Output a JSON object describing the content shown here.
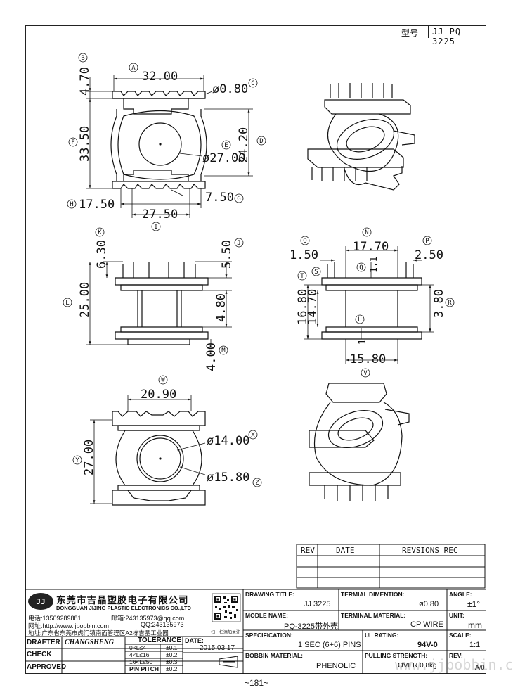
{
  "model": {
    "label": "型号",
    "value": "JJ-PQ-3225"
  },
  "top_view": {
    "letters": [
      "A",
      "B",
      "C",
      "D",
      "E",
      "F",
      "G",
      "H",
      "I"
    ],
    "dims": {
      "a": "32.00",
      "b": "4.70",
      "c": "ø0.80",
      "d": "24.20",
      "e": "ø27.00",
      "f": "33.50",
      "g": "7.50",
      "h": "17.50",
      "i": "27.50"
    }
  },
  "side_view_1": {
    "letters": [
      "K",
      "J",
      "L",
      "M"
    ],
    "dims": {
      "k": "6.30",
      "j": "5.50",
      "l": "25.00",
      "m1": "4.80",
      "m2": "4.00"
    }
  },
  "side_view_2": {
    "letters": [
      "O",
      "N",
      "P",
      "T",
      "S",
      "Q",
      "U",
      "R",
      "V"
    ],
    "dims": {
      "o": "1.50",
      "n": "17.70",
      "p": "2.50",
      "q": "1.1",
      "t": "16.80",
      "s": "14.70",
      "r": "3.80",
      "u": "1",
      "v": "15.80"
    }
  },
  "bottom_view": {
    "letters": [
      "W",
      "X",
      "Y",
      "Z"
    ],
    "dims": {
      "w": "20.90",
      "x": "ø14.00",
      "y": "27.00",
      "z": "ø15.80"
    }
  },
  "revision_table": {
    "headers": [
      "REV",
      "DATE",
      "REVSIONS REC"
    ]
  },
  "company": {
    "logo": "JJ",
    "name_cn": "东莞市吉晶塑胶电子有限公司",
    "name_en": "DONGGUAN JIJING PLASTIC ELECTRONICS CO.,LTD",
    "phone": "电话:13509289881",
    "email": "邮箱:243135973@qq.com",
    "web": "网址:http://www.jjbobbin.com",
    "qq": "QQ:243135973",
    "address": "地址:广东省东莞市虎门镇南面管理区A2栋吉晶工业园",
    "qr_caption": "扫一扫添加关注"
  },
  "title_block": {
    "drafter_label": "DRAFTER",
    "drafter_value": "CHANGSHENG",
    "check_label": "CHECK",
    "approved_label": "APPROVED",
    "tolerance_label": "TOLERANCE",
    "tolerances": [
      {
        "range": "0<L≤4",
        "value": "±0.1"
      },
      {
        "range": "4<L≤16",
        "value": "±0.2"
      },
      {
        "range": "16<L≤50",
        "value": "±0.3"
      },
      {
        "range": "PIN PITCH",
        "value": "±0.2"
      }
    ],
    "date_label": "DATE:",
    "date_value": "2015.03.17",
    "drawing_title_label": "DRAWING TITLE:",
    "drawing_title_value": "JJ 3225",
    "terminal_dim_label": "TERMIAL DIMENTION:",
    "terminal_dim_value": "ø0.80",
    "angle_label": "ANGLE:",
    "angle_value": "±1°",
    "model_name_label": "MODLE NAME:",
    "model_name_value": "PQ-3225带外壳",
    "terminal_material_label": "TERMINAL MATERIAL:",
    "terminal_material_value": "CP WIRE",
    "unit_label": "UNIT:",
    "unit_value": "mm",
    "spec_label": "SPECIFICATION:",
    "spec_value": "1 SEC (6+6) PINS",
    "ul_label": "UL RATING:",
    "ul_value": "94V-0",
    "scale_label": "SCALE:",
    "scale_value": "1:1",
    "bobbin_material_label": "BOBBIN  MATERIAL:",
    "bobbin_material_value": "PHENOLIC",
    "pulling_label": "PULLING STRENGTH:",
    "pulling_value": "OVER  0.8kg",
    "rev_label": "REV:",
    "rev_value": "A/0"
  },
  "watermark": "www.jjbobbin.com",
  "page_number": "~181~"
}
